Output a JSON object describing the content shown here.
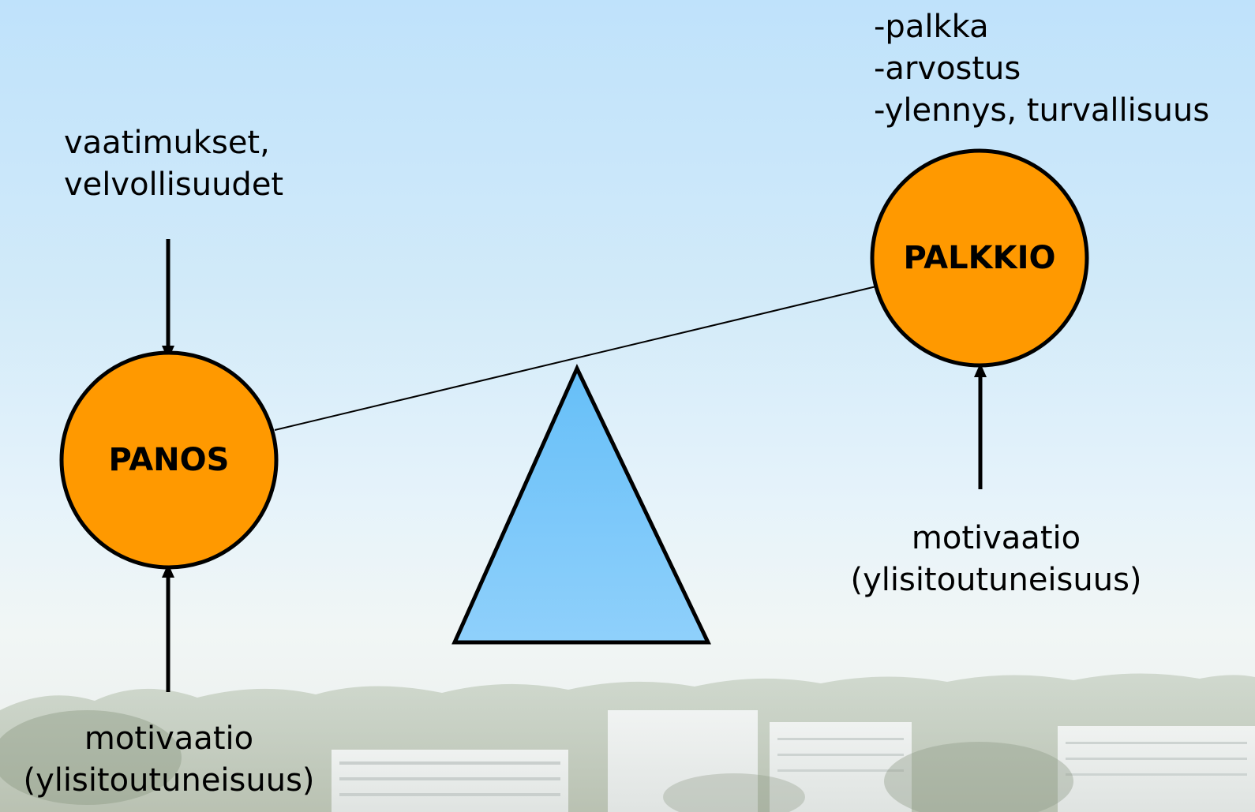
{
  "diagram": {
    "panos": {
      "label": "PANOS"
    },
    "palkkio": {
      "label": "PALKKIO"
    },
    "demands": {
      "line1": "vaatimukset,",
      "line2": "velvollisuudet"
    },
    "rewards": {
      "items": [
        "-palkka",
        "-arvostus",
        "-ylennys, turvallisuus"
      ]
    },
    "motivation_left": {
      "line1": "motivaatio",
      "line2": "(ylisitoutuneisuus)"
    },
    "motivation_right": {
      "line1": "motivaatio",
      "line2": "(ylisitoutuneisuus)"
    },
    "colors": {
      "node_fill": "#ff9900",
      "node_stroke": "#000000",
      "fulcrum_fill_top": "#66bff8",
      "fulcrum_fill_bottom": "#8fd0fb",
      "text": "#000000"
    }
  }
}
